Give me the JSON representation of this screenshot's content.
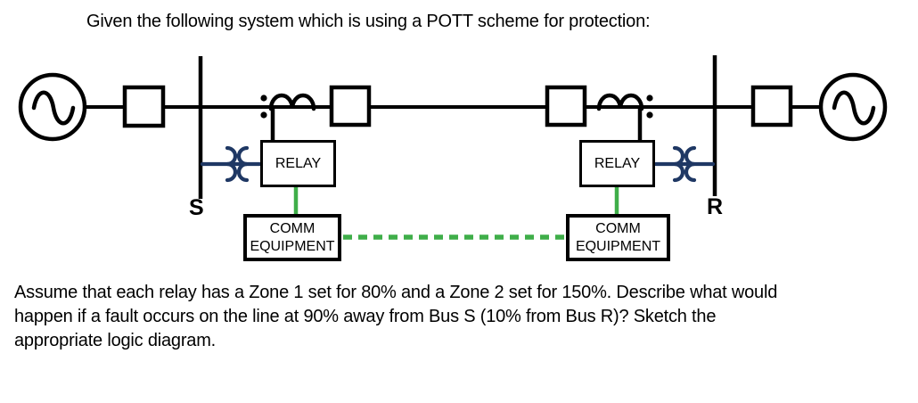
{
  "title": "Given the following system which is using a POTT scheme for protection:",
  "diagram": {
    "bus_s_label": "S",
    "bus_r_label": "R",
    "relay_s": {
      "label": "RELAY"
    },
    "relay_r": {
      "label": "RELAY"
    },
    "comm_s": {
      "line1": "COMM",
      "line2": "EQUIPMENT"
    },
    "comm_r": {
      "line1": "COMM",
      "line2": "EQUIPMENT"
    },
    "icons": {
      "generator_left": "ac-generator-icon",
      "generator_right": "ac-generator-icon",
      "breakers": "circuit-breaker-square-icon",
      "ct_left": "current-transformer-icon",
      "ct_right": "current-transformer-icon",
      "vt_left": "voltage-transformer-icon",
      "vt_right": "voltage-transformer-icon",
      "comm_channel": "dashed-communication-link"
    },
    "colors": {
      "diagram_black": "#000000",
      "instrument_blue": "#1f3864",
      "comm_green": "#3fae49"
    }
  },
  "question": {
    "lines": [
      "Assume that each relay has a Zone 1 set for 80% and a Zone 2 set for 150%. Describe what would",
      "happen if a fault occurs on the line at 90% away from Bus S (10% from Bus R)? Sketch the",
      "appropriate logic diagram."
    ]
  }
}
